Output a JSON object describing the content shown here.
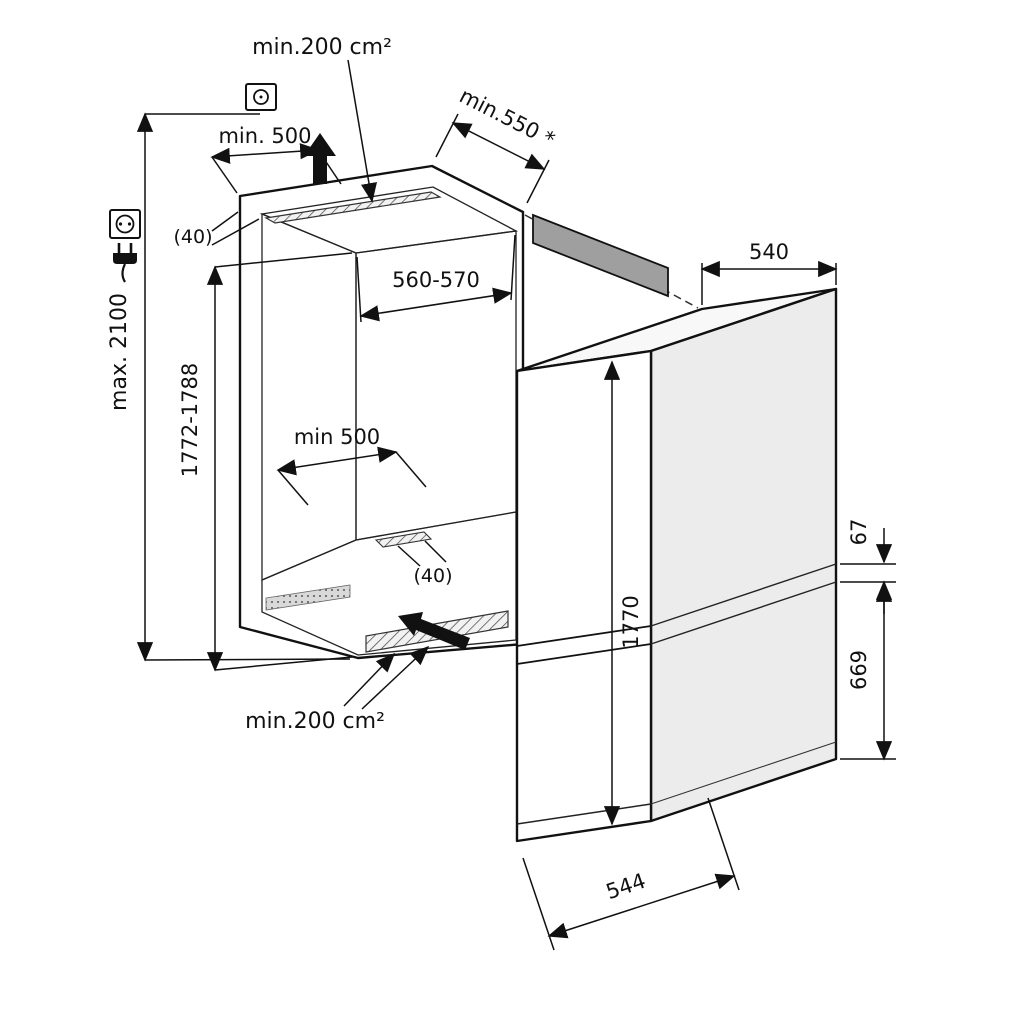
{
  "colors": {
    "ink": "#111111",
    "background": "#ffffff",
    "niche_back_wall": "#a9a9a9",
    "niche_left_wall": "#dedede",
    "niche_ceiling": "#c9c9c9",
    "niche_floor": "#bdbdbd",
    "furniture_panel": "#9f9f9f"
  },
  "labels": {
    "vent_top": "min.200 cm²",
    "niche_top_width": "min. 500",
    "niche_depth": "min.550 *",
    "wall_thickness_top": "(40)",
    "ceiling_height": "max. 2100",
    "niche_height": "1772-1788",
    "niche_width": "560-570",
    "niche_floor_width": "min 500",
    "floor_spacer": "(40)",
    "vent_bottom": "min.200 cm²",
    "appliance_width": "540",
    "appliance_height": "1770",
    "door_gap": "67",
    "freezer_door_height": "669",
    "appliance_depth": "544"
  },
  "icons": {
    "junction_box": "junction-box-icon",
    "socket": "power-socket-icon",
    "plug": "plug-icon",
    "airflow_top": "airflow-arrow-top-icon",
    "airflow_bottom": "airflow-arrow-bottom-icon"
  }
}
